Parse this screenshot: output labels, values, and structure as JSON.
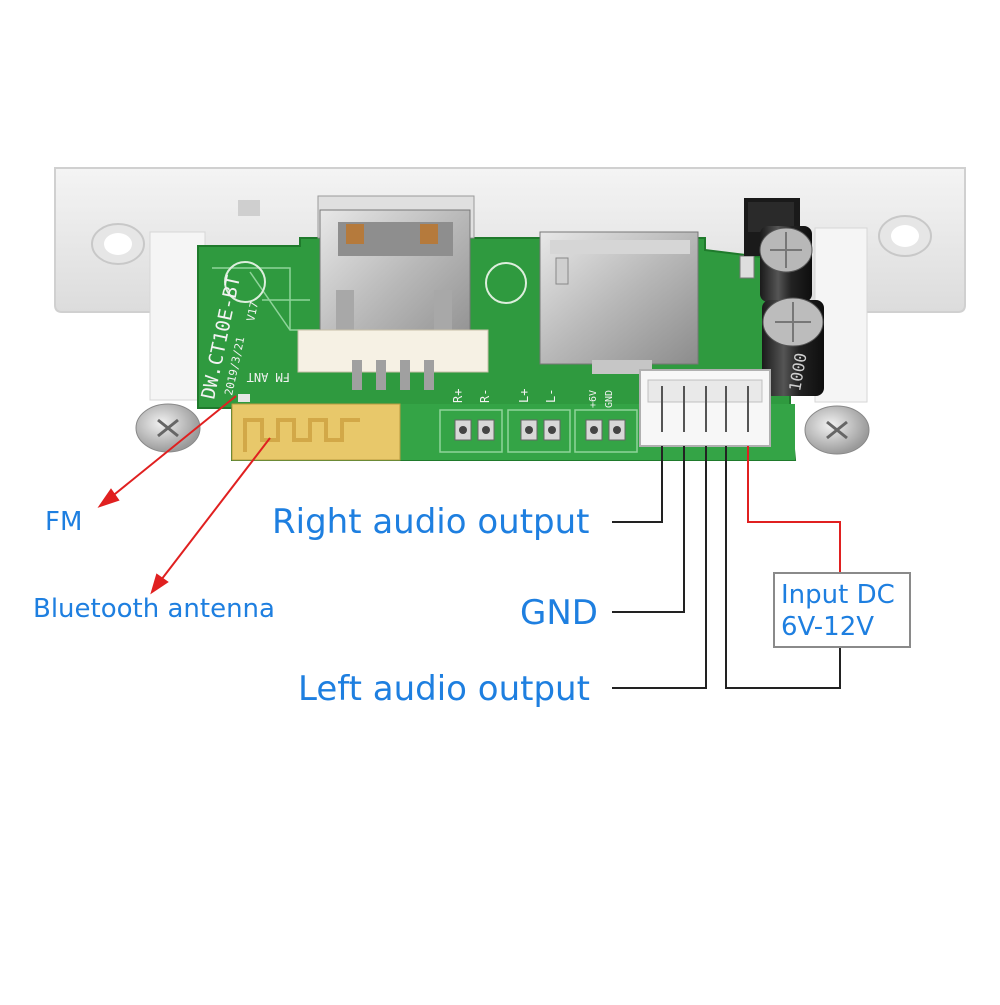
{
  "labels": {
    "fm": "FM",
    "bluetooth_antenna": "Bluetooth antenna",
    "right_audio_output": "Right audio output",
    "gnd": "GND",
    "left_audio_output": "Left audio output",
    "input_dc_line1": "Input DC",
    "input_dc_line2": "6V-12V"
  },
  "board": {
    "model": "DW.CT10E-BT",
    "date": "2019/3/21",
    "version": "V17",
    "fm_ant": "FM ANT",
    "pad_r_plus": "R+",
    "pad_r_minus": "R-",
    "pad_l_plus": "L+",
    "pad_l_minus": "L-",
    "pad_6v": "+6V",
    "pad_gnd": "GND",
    "capacitor_value": "1000"
  },
  "colors": {
    "label_text": "#1e7fe0",
    "pcb_green": "#2f9a3f",
    "callout_red": "#e02020",
    "wire_dark": "#222222",
    "box_border": "#8a8a8a"
  }
}
